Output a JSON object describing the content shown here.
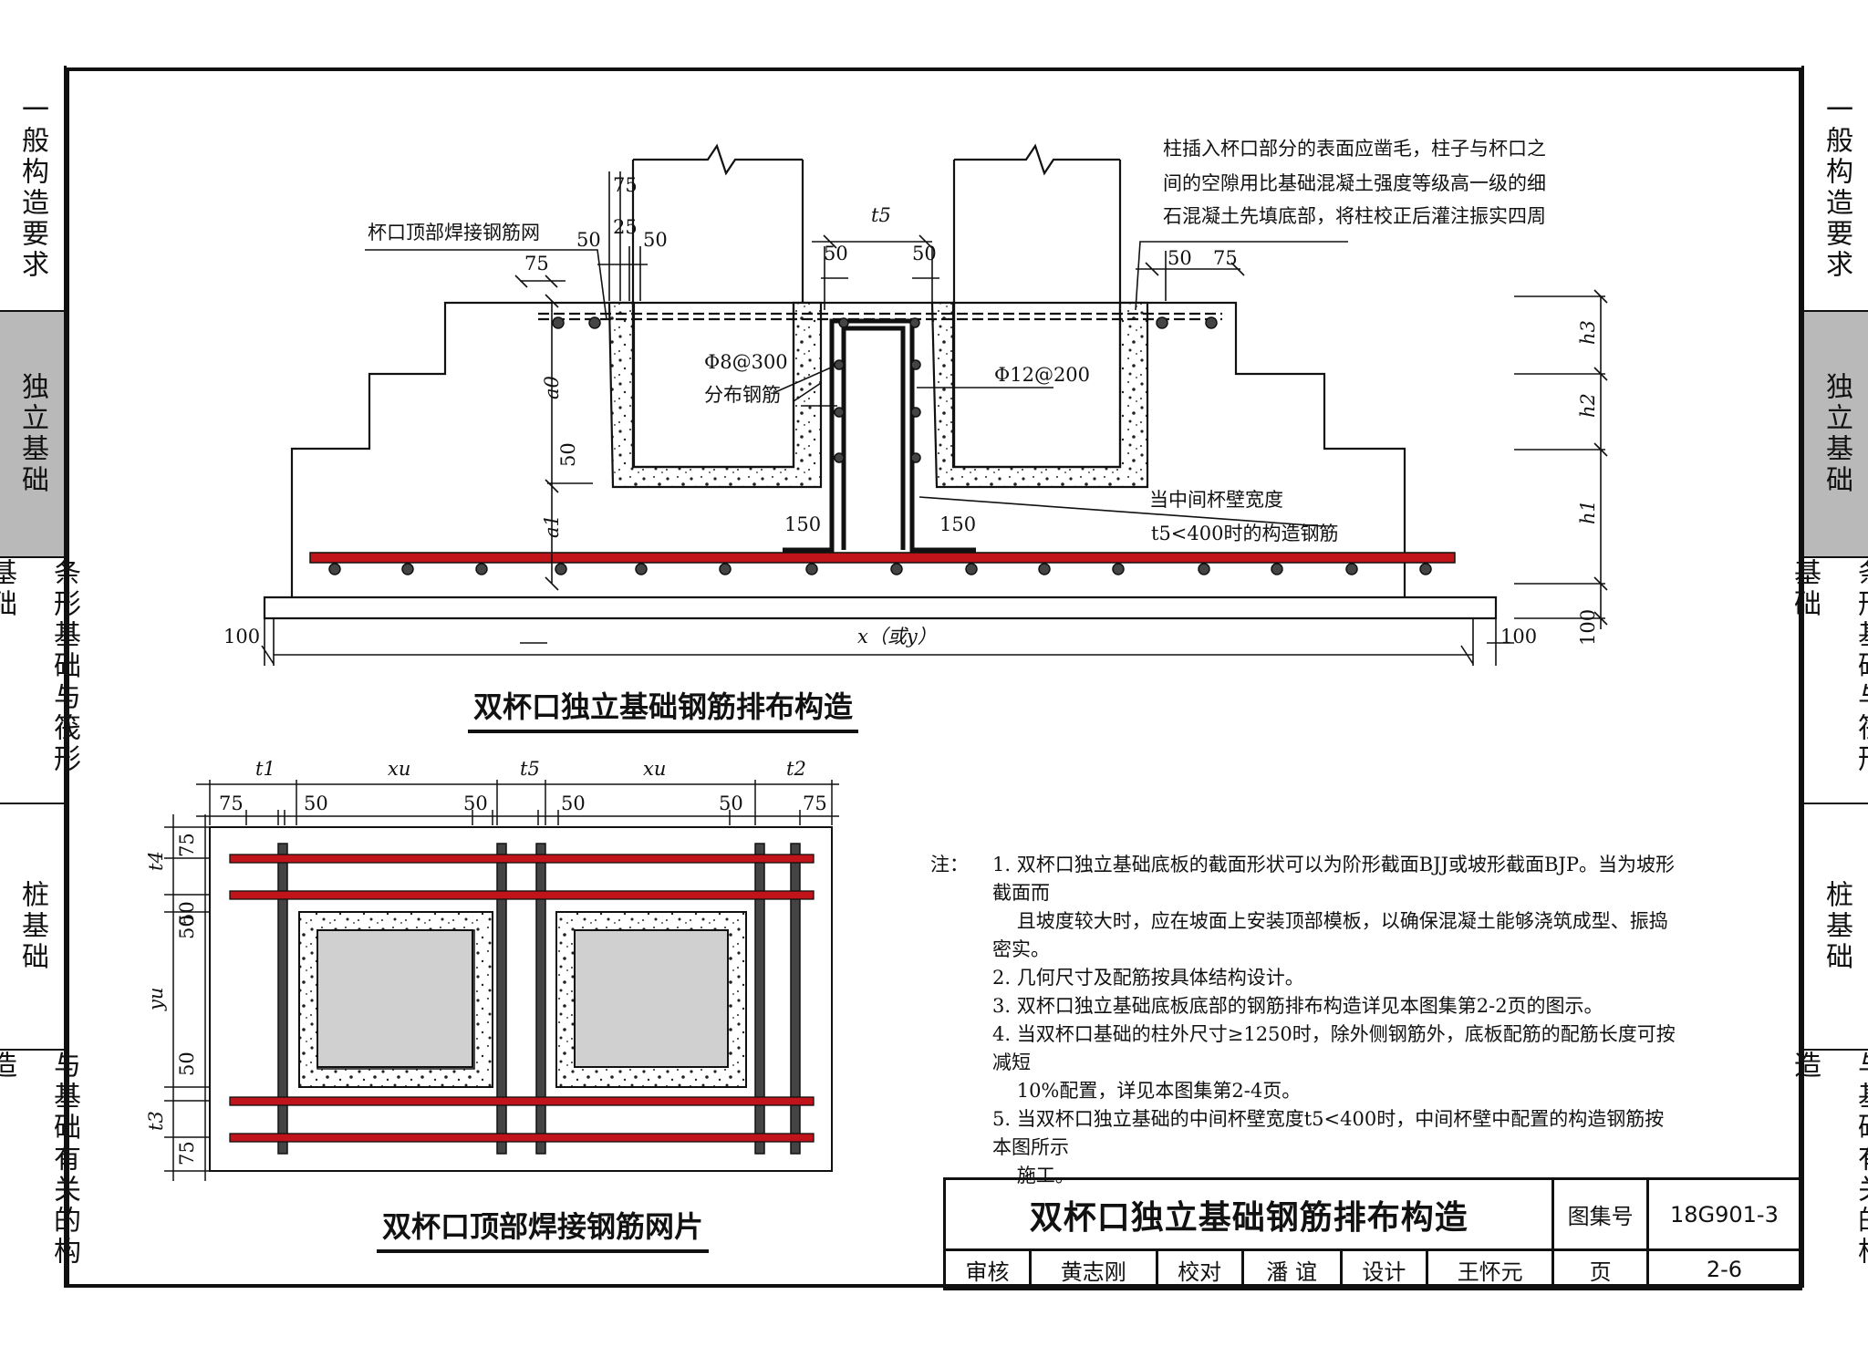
{
  "left_tabs": [
    {
      "label": "一般构造要求",
      "active": false
    },
    {
      "label": "独立基础",
      "active": true
    },
    {
      "label": "条形基础与筏形基础",
      "active": false
    },
    {
      "label": "桩基础",
      "active": false
    },
    {
      "label": "与基础有关的构造",
      "active": false
    }
  ],
  "right_tabs": [
    {
      "label": "一般构造要求",
      "active": false
    },
    {
      "label": "独立基础",
      "active": true
    },
    {
      "label": "条形基础与筏形基础",
      "active": false
    },
    {
      "label": "桩基础",
      "active": false
    },
    {
      "label": "与基础有关的构造",
      "active": false
    }
  ],
  "section_diagram": {
    "caption": "双杯口独立基础钢筋排布构造",
    "label_mesh": "杯口顶部焊接钢筋网",
    "note_lines": [
      "柱插入杯口部分的表面应凿毛，柱子与杯口之",
      "间的空隙用比基础混凝土强度等级高一级的细",
      "石混凝土先填底部，将柱校正后灌注振实四周"
    ],
    "label_rebar1": "Φ8@300",
    "label_rebar1b": "分布钢筋",
    "label_rebar2": "Φ12@200",
    "label_mid1": "当中间杯壁宽度",
    "label_mid2": "t5<400时的构造钢筋",
    "dims": {
      "d75": "75",
      "d25": "25",
      "d50": "50",
      "t5": "t5",
      "d150": "150",
      "d100": "100",
      "x": "x（或y）",
      "a0": "a0",
      "a1": "a1",
      "h1": "h1",
      "h2": "h2",
      "h3": "h3"
    }
  },
  "plan_diagram": {
    "caption": "双杯口顶部焊接钢筋网片",
    "dims": {
      "t1": "t1",
      "xu": "xu",
      "t5": "t5",
      "t2": "t2",
      "t3": "t3",
      "t4": "t4",
      "yu": "yu",
      "d75": "75",
      "d50": "50"
    }
  },
  "notes": {
    "label": "注：",
    "items": [
      {
        "n": "1.",
        "lines": [
          "双杯口独立基础底板的截面形状可以为阶形截面BJJ或坡形截面BJP。当为坡形截面而",
          "且坡度较大时，应在坡面上安装顶部模板，以确保混凝土能够浇筑成型、振捣密实。"
        ]
      },
      {
        "n": "2.",
        "lines": [
          "几何尺寸及配筋按具体结构设计。"
        ]
      },
      {
        "n": "3.",
        "lines": [
          "双杯口独立基础底板底部的钢筋排布构造详见本图集第2-2页的图示。"
        ]
      },
      {
        "n": "4.",
        "lines": [
          "当双杯口基础的柱外尺寸≥1250时，除外侧钢筋外，底板配筋的配筋长度可按减短",
          "10%配置，详见本图集第2-4页。"
        ]
      },
      {
        "n": "5.",
        "lines": [
          "当双杯口独立基础的中间杯壁宽度t5<400时，中间杯壁中配置的构造钢筋按本图所示",
          "施工。"
        ]
      }
    ]
  },
  "title_block": {
    "title": "双杯口独立基础钢筋排布构造",
    "atlas_label": "图集号",
    "atlas_no": "18G901-3",
    "review_label": "审核",
    "reviewer": "黄志刚",
    "check_label": "校对",
    "checker": "潘 谊",
    "design_label": "设计",
    "designer": "王怀元",
    "page_label": "页",
    "page_no": "2-6"
  },
  "colors": {
    "rebar_red": "#c0141a",
    "line": "#111111",
    "tab_active": "#b9b9b9",
    "column_fill": "#d0d0d0"
  }
}
